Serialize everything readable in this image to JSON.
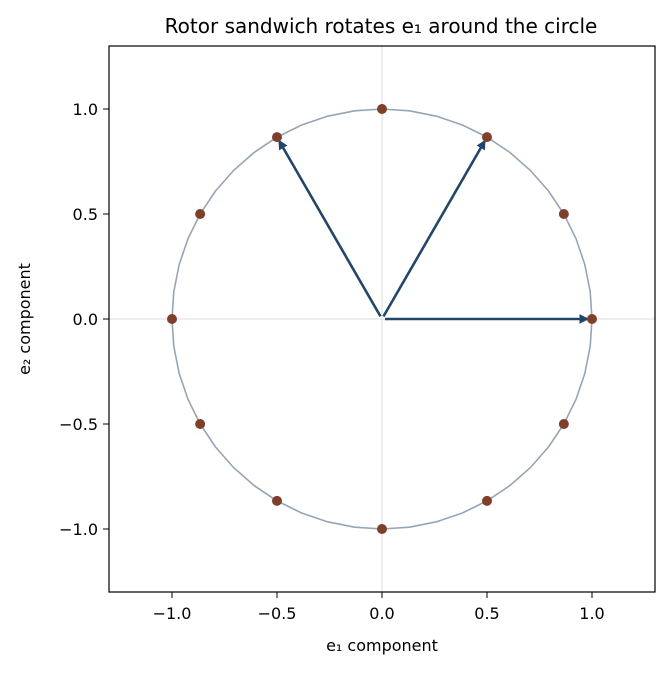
{
  "chart_data": {
    "type": "scatter",
    "title": "Rotor sandwich rotates e₁ around the circle",
    "xlabel": "e₁ component",
    "ylabel": "e₂ component",
    "xlim": [
      -1.3,
      1.3
    ],
    "ylim": [
      -1.3,
      1.3
    ],
    "xticks": [
      {
        "value": -1.0,
        "label": "−1.0"
      },
      {
        "value": -0.5,
        "label": "−0.5"
      },
      {
        "value": 0.0,
        "label": "0.0"
      },
      {
        "value": 0.5,
        "label": "0.5"
      },
      {
        "value": 1.0,
        "label": "1.0"
      }
    ],
    "yticks": [
      {
        "value": -1.0,
        "label": "−1.0"
      },
      {
        "value": -0.5,
        "label": "−0.5"
      },
      {
        "value": 0.0,
        "label": "0.0"
      },
      {
        "value": 0.5,
        "label": "0.5"
      },
      {
        "value": 1.0,
        "label": "1.0"
      }
    ],
    "grid": false,
    "reference_lines": {
      "x": 0,
      "y": 0,
      "color": "#dddddd"
    },
    "circle": {
      "radius": 1.0,
      "color": "#95a5b5"
    },
    "points": {
      "color": "#7f3f2a",
      "x": [
        1.0,
        0.866,
        0.5,
        0.0,
        -0.5,
        -0.866,
        -1.0,
        -0.866,
        -0.5,
        0.0,
        0.5,
        0.866
      ],
      "y": [
        0.0,
        0.5,
        0.866,
        1.0,
        0.866,
        0.5,
        0.0,
        -0.5,
        -0.866,
        -1.0,
        -0.866,
        -0.5
      ]
    },
    "arrows": {
      "color": "#22466a",
      "vectors": [
        {
          "x": 1.0,
          "y": 0.0
        },
        {
          "x": 0.5,
          "y": 0.866
        },
        {
          "x": -0.5,
          "y": 0.866
        }
      ]
    }
  }
}
